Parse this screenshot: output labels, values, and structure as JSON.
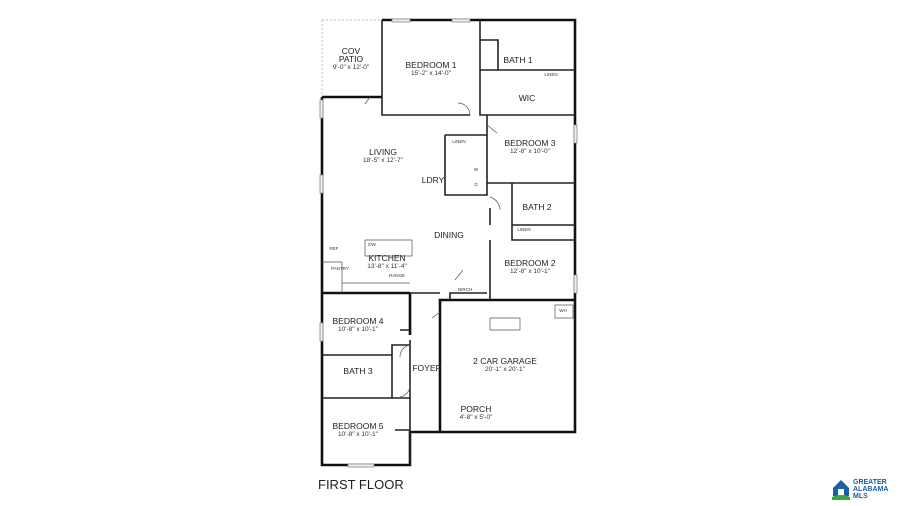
{
  "plan": {
    "title": "FIRST FLOOR",
    "rooms": {
      "cov_patio": {
        "name_line1": "COV",
        "name_line2": "PATIO",
        "dims": "9'-0\" x 12'-0\""
      },
      "bedroom1": {
        "name": "BEDROOM 1",
        "dims": "15'-2\" x 14'-0\""
      },
      "bath1": {
        "name": "BATH 1"
      },
      "wic": {
        "name": "WIC"
      },
      "living": {
        "name": "LIVING",
        "dims": "18'-5\" x 12'-7\""
      },
      "bedroom3": {
        "name": "BEDROOM 3",
        "dims": "12'-8\" x 10'-0\""
      },
      "ldry": {
        "name": "LDRY"
      },
      "bath2": {
        "name": "BATH 2"
      },
      "dining": {
        "name": "DINING"
      },
      "kitchen": {
        "name": "KITCHEN",
        "dims": "13'-8\" x 11'-4\""
      },
      "bedroom2": {
        "name": "BEDROOM 2",
        "dims": "12'-8\" x 10'-1\""
      },
      "bedroom4": {
        "name": "BEDROOM 4",
        "dims": "10'-8\" x 10'-1\""
      },
      "garage": {
        "name": "2 CAR GARAGE",
        "dims": "20'-1\" x 20'-1\""
      },
      "bath3": {
        "name": "BATH 3"
      },
      "foyer": {
        "name": "FOYER"
      },
      "porch": {
        "name": "PORCH",
        "dims": "4'-8\" x 5'-0\""
      },
      "bedroom5": {
        "name": "BEDROOM 5",
        "dims": "10'-8\" x 10'-1\""
      }
    },
    "fixtures": {
      "linen_hall": "LINEN",
      "linen_bath1": "LINEN",
      "linen_bath2": "LINEN",
      "washer": "W",
      "dryer": "D",
      "dishwasher": "DW",
      "ref": "REF",
      "pantry": "PANTRY",
      "range": "RANGE",
      "niche": "NIRCH",
      "water_heater": "WH"
    }
  },
  "logo": {
    "line1": "GREATER",
    "line2": "ALABAMA",
    "line3": "MLS",
    "color": "#1a5ea8",
    "accent": "#3aa64a"
  }
}
